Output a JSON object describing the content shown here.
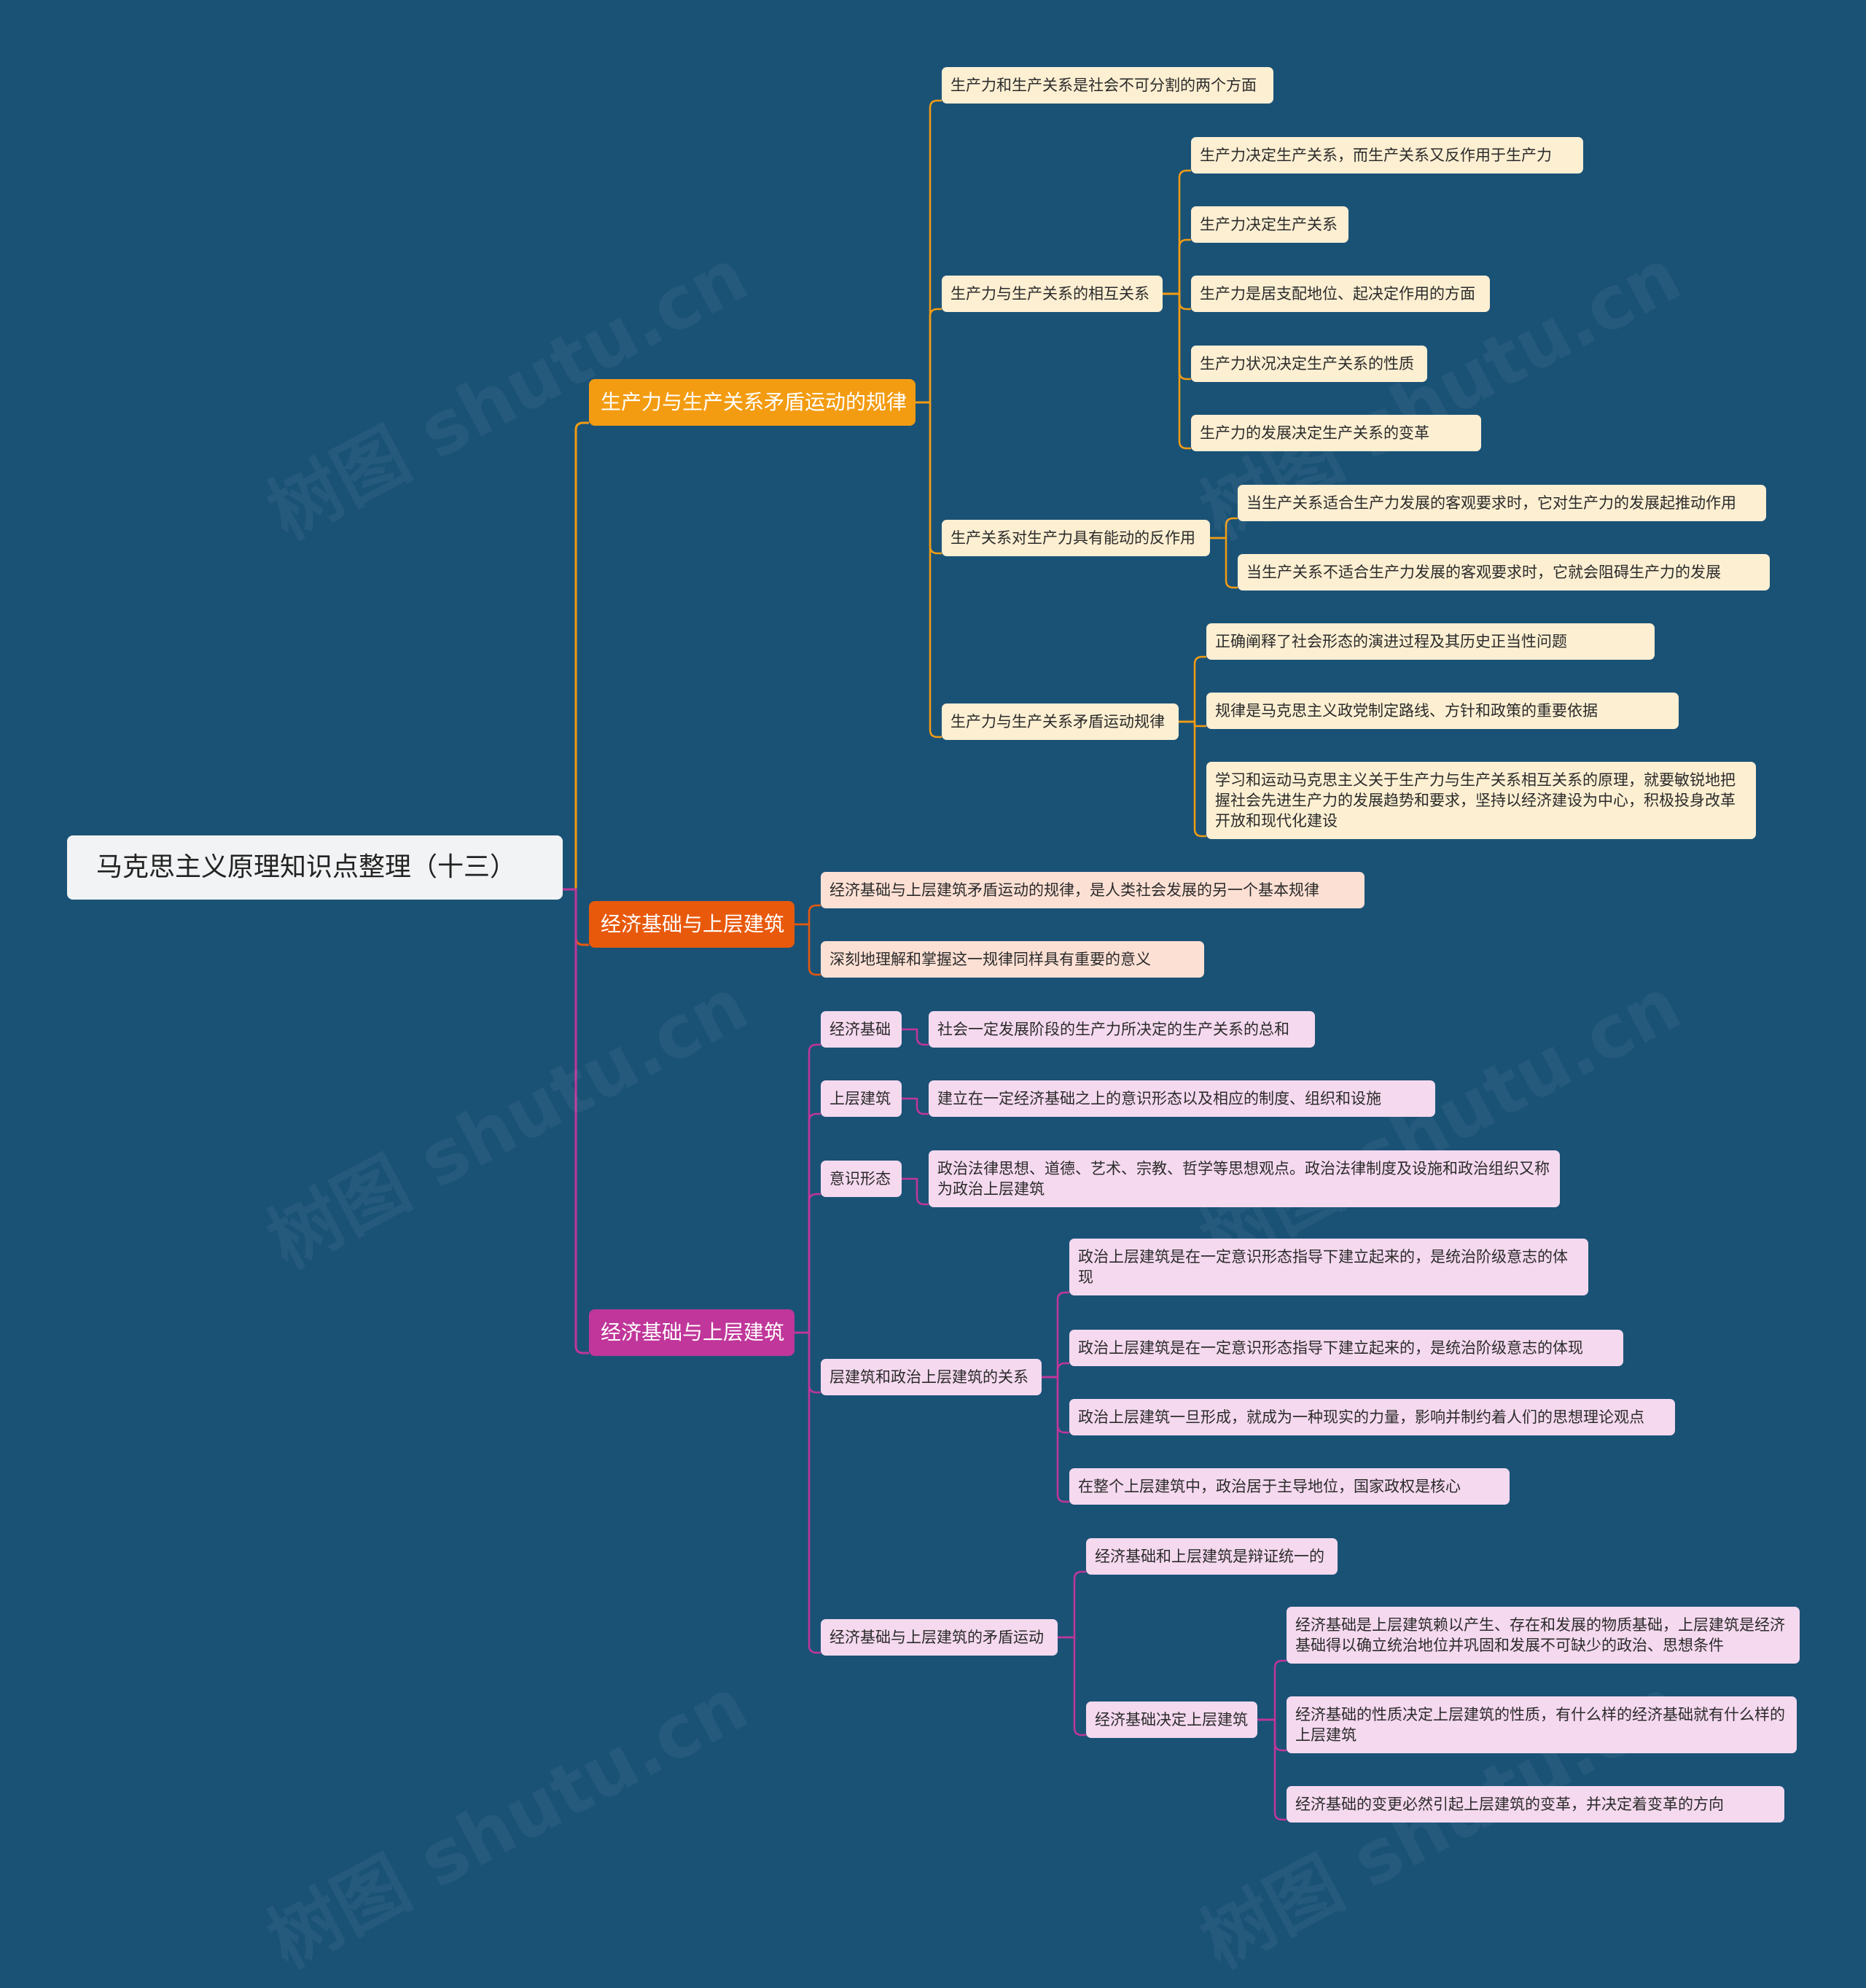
{
  "watermark": "树图 shutu.cn",
  "root": {
    "text": "马克思主义原理知识点整理（十三）"
  },
  "colors": {
    "background": "#1a5276",
    "branch1": "#f39c12",
    "branch2": "#e8590c",
    "branch3": "#c0369a"
  },
  "branches": [
    {
      "text": "生产力与生产关系矛盾运动的规律",
      "children": [
        {
          "text": "生产力和生产关系是社会不可分割的两个方面"
        },
        {
          "text": "生产力与生产关系的相互关系",
          "children": [
            {
              "text": "生产力决定生产关系，而生产关系又反作用于生产力"
            },
            {
              "text": "生产力决定生产关系"
            },
            {
              "text": "生产力是居支配地位、起决定作用的方面"
            },
            {
              "text": "生产力状况决定生产关系的性质"
            },
            {
              "text": "生产力的发展决定生产关系的变革"
            }
          ]
        },
        {
          "text": "生产关系对生产力具有能动的反作用",
          "children": [
            {
              "text": "当生产关系适合生产力发展的客观要求时，它对生产力的发展起推动作用"
            },
            {
              "text": "当生产关系不适合生产力发展的客观要求时，它就会阻碍生产力的发展"
            }
          ]
        },
        {
          "text": "生产力与生产关系矛盾运动规律",
          "children": [
            {
              "text": "正确阐释了社会形态的演进过程及其历史正当性问题"
            },
            {
              "text": "规律是马克思主义政党制定路线、方针和政策的重要依据"
            },
            {
              "text": "学习和运动马克思主义关于生产力与生产关系相互关系的原理，就要敏锐地把握社会先进生产力的发展趋势和要求，坚持以经济建设为中心，积极投身改革开放和现代化建设"
            }
          ]
        }
      ]
    },
    {
      "text": "经济基础与上层建筑",
      "children": [
        {
          "text": "经济基础与上层建筑矛盾运动的规律，是人类社会发展的另一个基本规律"
        },
        {
          "text": "深刻地理解和掌握这一规律同样具有重要的意义"
        }
      ]
    },
    {
      "text": "经济基础与上层建筑",
      "children": [
        {
          "text": "经济基础",
          "children": [
            {
              "text": "社会一定发展阶段的生产力所决定的生产关系的总和"
            }
          ]
        },
        {
          "text": "上层建筑",
          "children": [
            {
              "text": "建立在一定经济基础之上的意识形态以及相应的制度、组织和设施"
            }
          ]
        },
        {
          "text": "意识形态",
          "children": [
            {
              "text": "政治法律思想、道德、艺术、宗教、哲学等思想观点。政治法律制度及设施和政治组织又称为政治上层建筑"
            }
          ]
        },
        {
          "text": "层建筑和政治上层建筑的关系",
          "children": [
            {
              "text": "政治上层建筑是在一定意识形态指导下建立起来的，是统治阶级意志的体现"
            },
            {
              "text": "政治上层建筑是在一定意识形态指导下建立起来的，是统治阶级意志的体现"
            },
            {
              "text": "政治上层建筑一旦形成，就成为一种现实的力量，影响并制约着人们的思想理论观点"
            },
            {
              "text": "在整个上层建筑中，政治居于主导地位，国家政权是核心"
            }
          ]
        },
        {
          "text": "经济基础与上层建筑的矛盾运动",
          "children": [
            {
              "text": "经济基础和上层建筑是辩证统一的"
            },
            {
              "text": "经济基础决定上层建筑",
              "children": [
                {
                  "text": "经济基础是上层建筑赖以产生、存在和发展的物质基础，上层建筑是经济基础得以确立统治地位并巩固和发展不可缺少的政治、思想条件"
                },
                {
                  "text": "经济基础的性质决定上层建筑的性质，有什么样的经济基础就有什么样的上层建筑"
                },
                {
                  "text": "经济基础的变更必然引起上层建筑的变革，并决定着变革的方向"
                }
              ]
            }
          ]
        }
      ]
    }
  ]
}
